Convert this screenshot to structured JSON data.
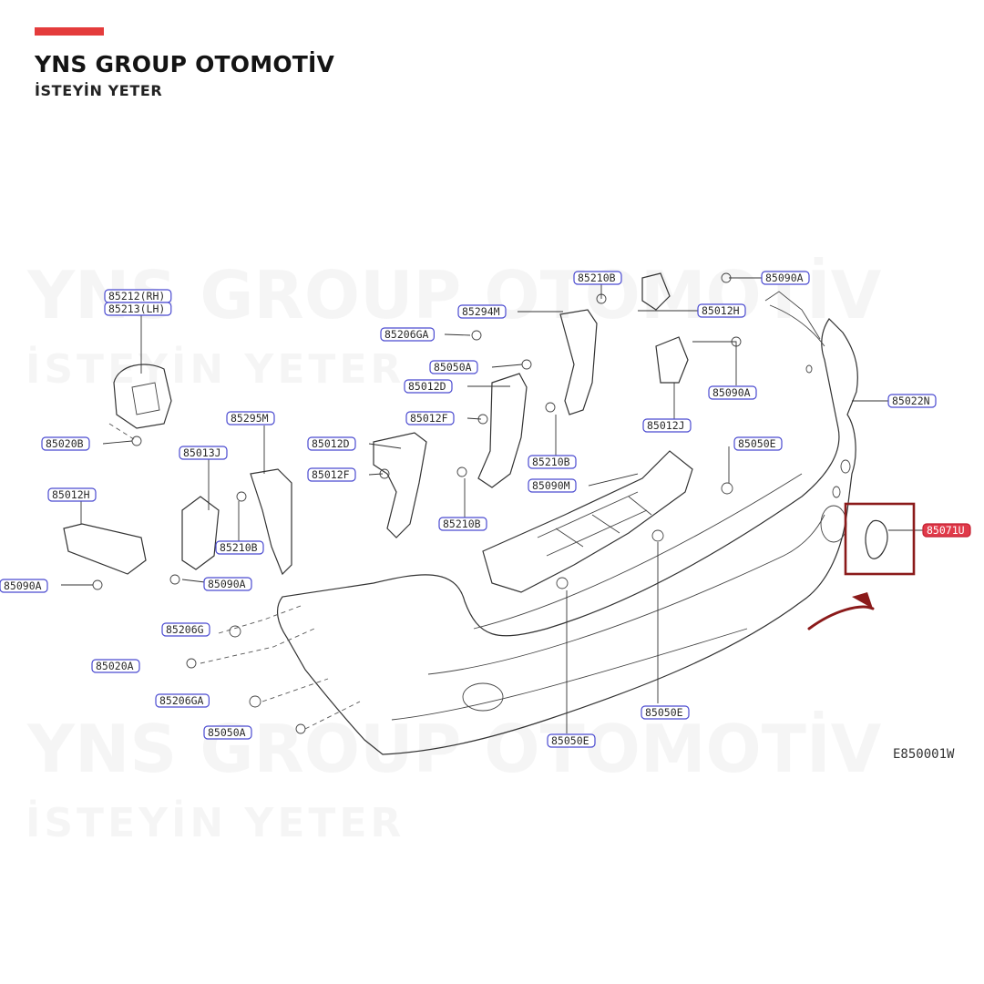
{
  "brand": {
    "name": "YNS GROUP OTOMOTİV",
    "tagline": "İSTEYİN YETER",
    "accent_color": "#e43c3c"
  },
  "watermark": {
    "name": "YNS GROUP OTOMOTİV",
    "tagline": "İSTEYİN YETER"
  },
  "diagram": {
    "drawing_code": "E850001W",
    "highlight_color": "#e03a4a",
    "highlight_box_color": "#8b1a1a",
    "arrow_color": "#8b1a1a",
    "callouts": [
      {
        "id": "c1",
        "label": "85212(RH)"
      },
      {
        "id": "c2",
        "label": "85213(LH)"
      },
      {
        "id": "c3",
        "label": "85206GA"
      },
      {
        "id": "c4",
        "label": "85294M"
      },
      {
        "id": "c5",
        "label": "85210B"
      },
      {
        "id": "c6",
        "label": "85090A"
      },
      {
        "id": "c7",
        "label": "85012H"
      },
      {
        "id": "c8",
        "label": "85050A"
      },
      {
        "id": "c9",
        "label": "85012D"
      },
      {
        "id": "c10",
        "label": "85012F"
      },
      {
        "id": "c11",
        "label": "85295M"
      },
      {
        "id": "c12",
        "label": "85012D"
      },
      {
        "id": "c13",
        "label": "85012F"
      },
      {
        "id": "c14",
        "label": "85210B"
      },
      {
        "id": "c15",
        "label": "85012J"
      },
      {
        "id": "c16",
        "label": "85090A"
      },
      {
        "id": "c17",
        "label": "85022N"
      },
      {
        "id": "c18",
        "label": "85050E"
      },
      {
        "id": "c19",
        "label": "85020B"
      },
      {
        "id": "c20",
        "label": "85013J"
      },
      {
        "id": "c21",
        "label": "85012H"
      },
      {
        "id": "c22",
        "label": "85210B"
      },
      {
        "id": "c23",
        "label": "85090M"
      },
      {
        "id": "c24",
        "label": "85210B"
      },
      {
        "id": "c25",
        "label": "85090A"
      },
      {
        "id": "c26",
        "label": "85090A"
      },
      {
        "id": "c27",
        "label": "85206G"
      },
      {
        "id": "c28",
        "label": "85020A"
      },
      {
        "id": "c29",
        "label": "85206GA"
      },
      {
        "id": "c30",
        "label": "85050A"
      },
      {
        "id": "c31",
        "label": "85050E"
      },
      {
        "id": "c32",
        "label": "85050E"
      },
      {
        "id": "c33",
        "label": "85071U",
        "highlight": true
      }
    ]
  }
}
